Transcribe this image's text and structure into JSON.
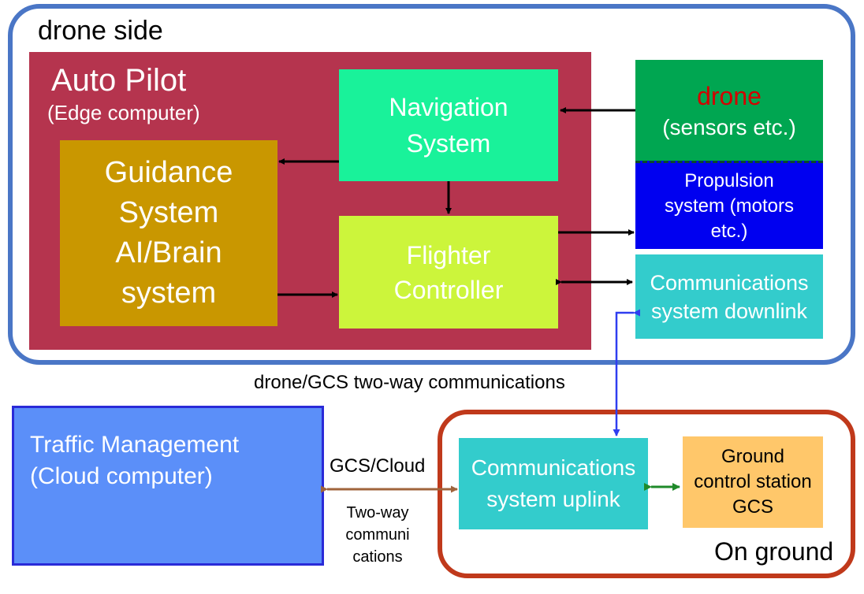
{
  "drone_side": {
    "label": "drone side"
  },
  "autopilot": {
    "title": "Auto Pilot",
    "subtitle": "(Edge computer)"
  },
  "guidance": {
    "text": "Guidance\nSystem\nAI/Brain\nsystem"
  },
  "navigation": {
    "text": "Navigation\nSystem"
  },
  "flighter": {
    "text": "Flighter\nController"
  },
  "drone": {
    "word": "drone",
    "sensors": "(sensors etc.)"
  },
  "propulsion": {
    "text": "Propulsion\nsystem (motors\netc.)"
  },
  "comm_downlink": {
    "text": "Communications\nsystem downlink"
  },
  "two_way": {
    "label": "drone/GCS two-way communications"
  },
  "traffic": {
    "text": "Traffic Management\n(Cloud computer)"
  },
  "gcs_cloud": {
    "title": "GCS/Cloud",
    "sub": "Two-way\ncommuni\ncations"
  },
  "on_ground": {
    "label": "On ground"
  },
  "comm_uplink": {
    "text": "Communications\nsystem uplink"
  },
  "gcs": {
    "text": "Ground\ncontrol station\nGCS"
  },
  "colors": {
    "drone_side_border": "#4a76c6",
    "autopilot": "#b5344e",
    "guidance": "#c99700",
    "navigation": "#19f29a",
    "flighter": "#ccf53b",
    "drone_box": "#00a651",
    "drone_word": "#d40000",
    "propulsion": "#0000f0",
    "communications": "#33cccc",
    "traffic": "#5b8ff9",
    "on_ground_border": "#c0391b",
    "gcs": "#ffc76a",
    "blue_link": "#2f3ef0",
    "brown_link": "#a0643c",
    "green_link": "#1f8a2a"
  }
}
